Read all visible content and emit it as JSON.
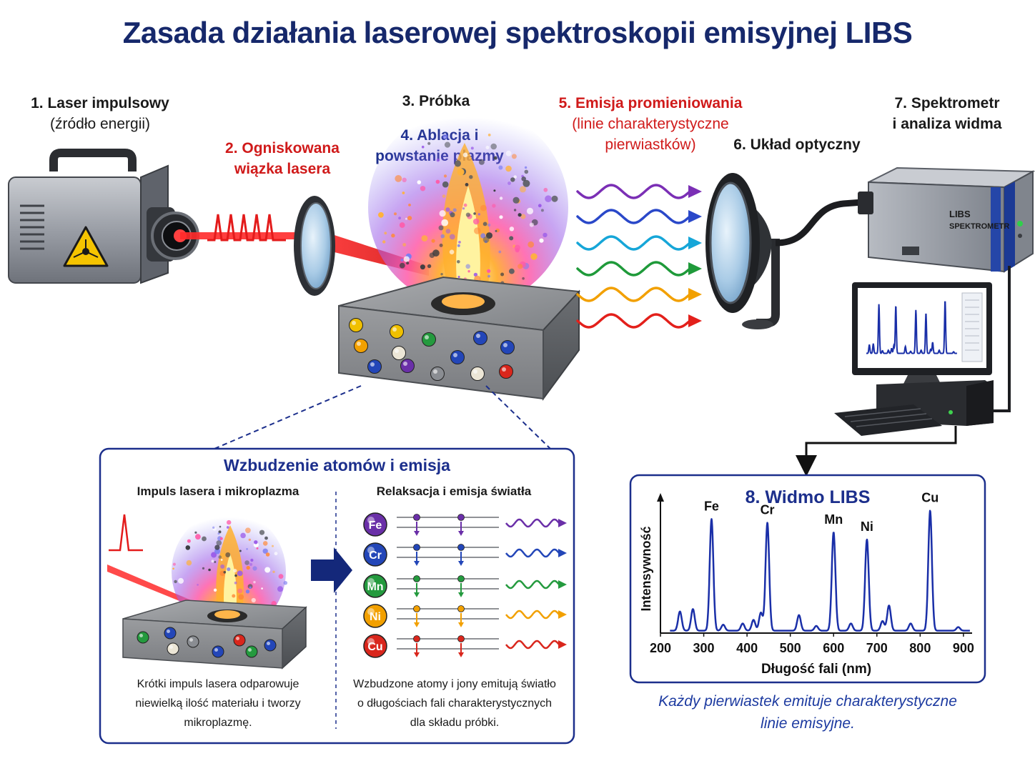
{
  "title": "Zasada działania laserowej spektroskopii emisyjnej LIBS",
  "steps": {
    "laser": {
      "title": "1. Laser impulsowy",
      "sub": "(źródło energii)"
    },
    "beam": {
      "title_1": "2. Ogniskowana",
      "title_2": "wiązka lasera"
    },
    "sample": {
      "title": "3. Próbka"
    },
    "ablation": {
      "title_1": "4. Ablacja i",
      "title_2": "powstanie plazmy"
    },
    "emission": {
      "title": "5. Emisja promieniowania",
      "sub_1": "(linie charakterystyczne",
      "sub_2": "pierwiastków)"
    },
    "optics": {
      "title": "6. Układ optyczny"
    },
    "spectrometer": {
      "title_1": "7. Spektrometr",
      "title_2": "i analiza widma",
      "device_label_1": "LIBS",
      "device_label_2": "SPEKTROMETR"
    }
  },
  "colors": {
    "title": "#16286b",
    "accent_red": "#d01a1a",
    "accent_blue": "#1c2f8c",
    "spectrum_line": "#1a2fa8",
    "emission_waves": [
      "#7b2fb5",
      "#2a48c9",
      "#16a6d8",
      "#1f9a3a",
      "#f2a000",
      "#e3201b"
    ]
  },
  "inset": {
    "title": "Wzbudzenie atomów i emisja",
    "left_title": "Impuls lasera i mikroplazma",
    "right_title": "Relaksacja i emisja światła",
    "left_caption": [
      "Krótki impuls lasera odparowuje",
      "niewielką ilość materiału i tworzy",
      "mikroplazmę."
    ],
    "right_caption": [
      "Wzbudzone atomy i jony emitują światło",
      "o długościach fali charakterystycznych",
      "dla składu próbki."
    ],
    "elements": [
      {
        "symbol": "Fe",
        "color": "#6a2fa8"
      },
      {
        "symbol": "Cr",
        "color": "#2346b8"
      },
      {
        "symbol": "Mn",
        "color": "#249a3e"
      },
      {
        "symbol": "Ni",
        "color": "#f2a000"
      },
      {
        "symbol": "Cu",
        "color": "#d9261c"
      }
    ]
  },
  "spectrum": {
    "title": "8. Widmo LIBS",
    "caption": [
      "Każdy pierwiastek emituje charakterystyczne",
      "linie emisyjne."
    ]
  },
  "chart_data": {
    "type": "line",
    "title": "8. Widmo LIBS",
    "xlabel": "Długość fali (nm)",
    "ylabel": "Intensywność",
    "xlim": [
      200,
      920
    ],
    "ylim": [
      0,
      1
    ],
    "xticks": [
      200,
      300,
      400,
      500,
      600,
      700,
      800,
      900
    ],
    "peaks": [
      {
        "x": 245,
        "y": 0.16
      },
      {
        "x": 275,
        "y": 0.18
      },
      {
        "x": 318,
        "y": 0.93,
        "label": "Fe"
      },
      {
        "x": 345,
        "y": 0.05
      },
      {
        "x": 390,
        "y": 0.06
      },
      {
        "x": 415,
        "y": 0.09
      },
      {
        "x": 432,
        "y": 0.15
      },
      {
        "x": 447,
        "y": 0.9,
        "label": "Cr"
      },
      {
        "x": 520,
        "y": 0.13
      },
      {
        "x": 560,
        "y": 0.04
      },
      {
        "x": 600,
        "y": 0.82,
        "label": "Mn"
      },
      {
        "x": 640,
        "y": 0.06
      },
      {
        "x": 677,
        "y": 0.76,
        "label": "Ni"
      },
      {
        "x": 713,
        "y": 0.08
      },
      {
        "x": 728,
        "y": 0.21
      },
      {
        "x": 778,
        "y": 0.06
      },
      {
        "x": 823,
        "y": 1.0,
        "label": "Cu"
      },
      {
        "x": 888,
        "y": 0.03
      }
    ]
  }
}
